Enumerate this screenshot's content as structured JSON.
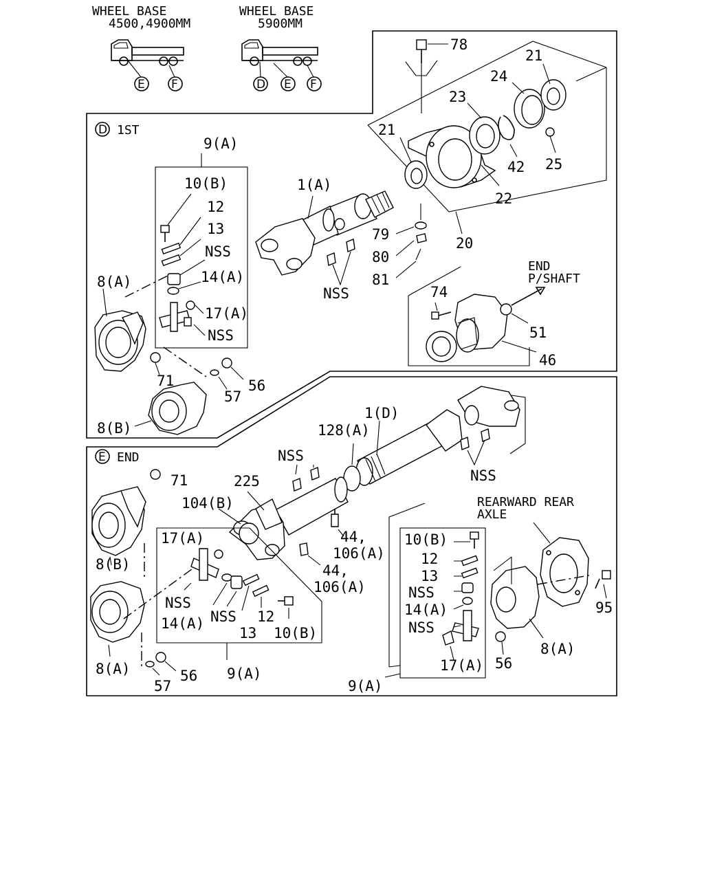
{
  "header": {
    "wheelbase_a_line1": "WHEEL BASE",
    "wheelbase_a_line2": "4500,4900MM",
    "wheelbase_b_line1": "WHEEL BASE",
    "wheelbase_b_line2": "5900MM",
    "circle_e": "E",
    "circle_f": "F",
    "circle_d": "D"
  },
  "section_d": {
    "marker": "D",
    "title": "1ST",
    "labels": {
      "p78": "78",
      "p21a": "21",
      "p24": "24",
      "p23": "23",
      "p21b": "21",
      "p42": "42",
      "p25": "25",
      "p22": "22",
      "p20": "20",
      "p9a": "9(A)",
      "p10b": "10(B)",
      "p12": "12",
      "p13": "13",
      "nss1": "NSS",
      "p14a": "14(A)",
      "p17a": "17(A)",
      "nss2": "NSS",
      "p8a": "8(A)",
      "p1a": "1(A)",
      "nss3": "NSS",
      "p79": "79",
      "p80": "80",
      "p81": "81",
      "end1": "END",
      "end2": "P/SHAFT",
      "p74": "74",
      "p51": "51",
      "p46": "46",
      "p71": "71",
      "p57": "57",
      "p56": "56",
      "p8b": "8(B)"
    }
  },
  "section_e": {
    "marker": "E",
    "title": "END",
    "labels": {
      "p71": "71",
      "p8b": "8(B)",
      "p128a": "128(A)",
      "p1d": "1(D)",
      "nss1": "NSS",
      "nss2": "NSS",
      "p225": "225",
      "p104b": "104(B)",
      "p44a": "44,",
      "p106a": "106(A)",
      "p44b": "44,",
      "p106b": "106(A)",
      "p17a": "17(A)",
      "nss3": "NSS",
      "p14a": "14(A)",
      "nss4": "NSS",
      "p13": "13",
      "p12": "12",
      "p10b": "10(B)",
      "p9a": "9(A)",
      "p8a": "8(A)",
      "p57": "57",
      "p56": "56",
      "rear1": "REARWARD REAR",
      "rear2": "AXLE",
      "r10b": "10(B)",
      "r12": "12",
      "r13": "13",
      "rnss1": "NSS",
      "r14a": "14(A)",
      "rnss2": "NSS",
      "r17a": "17(A)",
      "r56": "56",
      "r8a": "8(A)",
      "r95": "95",
      "r9a": "9(A)"
    }
  }
}
